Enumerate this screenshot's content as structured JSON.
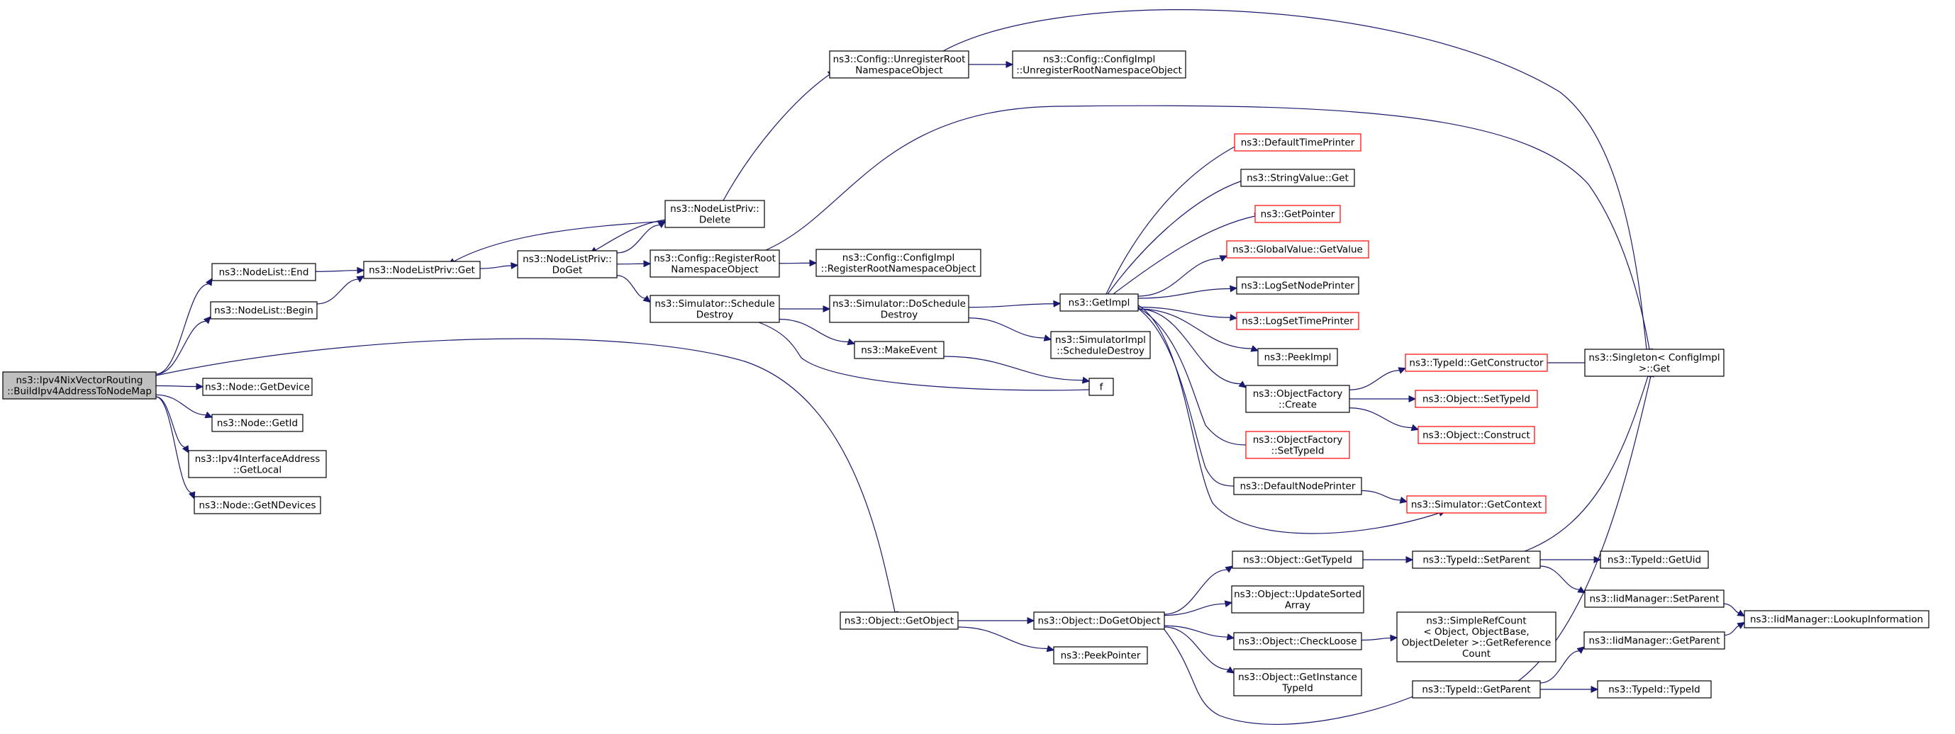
{
  "colors": {
    "edge": "#191970",
    "border_normal": "#000000",
    "border_truncated": "#ff0000",
    "root_fill": "#bfbfbf",
    "node_fill": "#ffffff"
  },
  "nodes": [
    {
      "id": "root",
      "lines": [
        "ns3::Ipv4NixVectorRouting",
        "::BuildIpv4AddressToNodeMap"
      ],
      "kind": "root"
    },
    {
      "id": "nl_end",
      "lines": [
        "ns3::NodeList::End"
      ],
      "kind": "normal"
    },
    {
      "id": "nl_begin",
      "lines": [
        "ns3::NodeList::Begin"
      ],
      "kind": "normal"
    },
    {
      "id": "nlp_get",
      "lines": [
        "ns3::NodeListPriv::Get"
      ],
      "kind": "normal"
    },
    {
      "id": "nlp_doget",
      "lines": [
        "ns3::NodeListPriv::",
        "DoGet"
      ],
      "kind": "normal"
    },
    {
      "id": "nlp_delete",
      "lines": [
        "ns3::NodeListPriv::",
        "Delete"
      ],
      "kind": "normal"
    },
    {
      "id": "cfg_unreg",
      "lines": [
        "ns3::Config::UnregisterRoot",
        "NamespaceObject"
      ],
      "kind": "normal"
    },
    {
      "id": "cfgimpl_unreg",
      "lines": [
        "ns3::Config::ConfigImpl",
        "::UnregisterRootNamespaceObject"
      ],
      "kind": "normal"
    },
    {
      "id": "cfg_reg",
      "lines": [
        "ns3::Config::RegisterRoot",
        "NamespaceObject"
      ],
      "kind": "normal"
    },
    {
      "id": "cfgimpl_reg",
      "lines": [
        "ns3::Config::ConfigImpl",
        "::RegisterRootNamespaceObject"
      ],
      "kind": "normal"
    },
    {
      "id": "sim_sched",
      "lines": [
        "ns3::Simulator::Schedule",
        "Destroy"
      ],
      "kind": "normal"
    },
    {
      "id": "sim_dosched",
      "lines": [
        "ns3::Simulator::DoSchedule",
        "Destroy"
      ],
      "kind": "normal"
    },
    {
      "id": "makeevent",
      "lines": [
        "ns3::MakeEvent"
      ],
      "kind": "normal"
    },
    {
      "id": "getimpl",
      "lines": [
        "ns3::GetImpl"
      ],
      "kind": "normal"
    },
    {
      "id": "simimpl_sched",
      "lines": [
        "ns3::SimulatorImpl",
        "::ScheduleDestroy"
      ],
      "kind": "normal"
    },
    {
      "id": "f",
      "lines": [
        "f"
      ],
      "kind": "normal"
    },
    {
      "id": "deftimeprinter",
      "lines": [
        "ns3::DefaultTimePrinter"
      ],
      "kind": "truncated"
    },
    {
      "id": "strval_get",
      "lines": [
        "ns3::StringValue::Get"
      ],
      "kind": "normal"
    },
    {
      "id": "getpointer",
      "lines": [
        "ns3::GetPointer"
      ],
      "kind": "truncated"
    },
    {
      "id": "gv_getvalue",
      "lines": [
        "ns3::GlobalValue::GetValue"
      ],
      "kind": "truncated"
    },
    {
      "id": "logsetnode",
      "lines": [
        "ns3::LogSetNodePrinter"
      ],
      "kind": "normal"
    },
    {
      "id": "logsettime",
      "lines": [
        "ns3::LogSetTimePrinter"
      ],
      "kind": "truncated"
    },
    {
      "id": "peekimpl",
      "lines": [
        "ns3::PeekImpl"
      ],
      "kind": "normal"
    },
    {
      "id": "objfac_create",
      "lines": [
        "ns3::ObjectFactory",
        "::Create"
      ],
      "kind": "normal"
    },
    {
      "id": "objfac_settypeid",
      "lines": [
        "ns3::ObjectFactory",
        "::SetTypeId"
      ],
      "kind": "truncated"
    },
    {
      "id": "defnodeprinter",
      "lines": [
        "ns3::DefaultNodePrinter"
      ],
      "kind": "normal"
    },
    {
      "id": "typeid_getctor",
      "lines": [
        "ns3::TypeId::GetConstructor"
      ],
      "kind": "truncated"
    },
    {
      "id": "obj_settypeid",
      "lines": [
        "ns3::Object::SetTypeId"
      ],
      "kind": "truncated"
    },
    {
      "id": "obj_construct",
      "lines": [
        "ns3::Object::Construct"
      ],
      "kind": "truncated"
    },
    {
      "id": "sim_getcontext",
      "lines": [
        "ns3::Simulator::GetContext"
      ],
      "kind": "truncated"
    },
    {
      "id": "singleton_get",
      "lines": [
        "ns3::Singleton< ConfigImpl",
        " >::Get"
      ],
      "kind": "normal"
    },
    {
      "id": "node_getdevice",
      "lines": [
        "ns3::Node::GetDevice"
      ],
      "kind": "normal"
    },
    {
      "id": "node_getid",
      "lines": [
        "ns3::Node::GetId"
      ],
      "kind": "normal"
    },
    {
      "id": "ipv4if_getlocal",
      "lines": [
        "ns3::Ipv4InterfaceAddress",
        "::GetLocal"
      ],
      "kind": "normal"
    },
    {
      "id": "node_getndevices",
      "lines": [
        "ns3::Node::GetNDevices"
      ],
      "kind": "normal"
    },
    {
      "id": "obj_getobject",
      "lines": [
        "ns3::Object::GetObject"
      ],
      "kind": "normal"
    },
    {
      "id": "obj_dogetobject",
      "lines": [
        "ns3::Object::DoGetObject"
      ],
      "kind": "normal"
    },
    {
      "id": "peekpointer",
      "lines": [
        "ns3::PeekPointer"
      ],
      "kind": "normal"
    },
    {
      "id": "obj_gettypeid",
      "lines": [
        "ns3::Object::GetTypeId"
      ],
      "kind": "normal"
    },
    {
      "id": "obj_updatesorted",
      "lines": [
        "ns3::Object::UpdateSorted",
        "Array"
      ],
      "kind": "normal"
    },
    {
      "id": "obj_checkloose",
      "lines": [
        "ns3::Object::CheckLoose"
      ],
      "kind": "normal"
    },
    {
      "id": "obj_getinstance",
      "lines": [
        "ns3::Object::GetInstance",
        "TypeId"
      ],
      "kind": "normal"
    },
    {
      "id": "typeid_setparent",
      "lines": [
        "ns3::TypeId::SetParent"
      ],
      "kind": "normal"
    },
    {
      "id": "typeid_getparent",
      "lines": [
        "ns3::TypeId::GetParent"
      ],
      "kind": "normal"
    },
    {
      "id": "simplerefcount",
      "lines": [
        "ns3::SimpleRefCount",
        "< Object, ObjectBase,",
        " ObjectDeleter >::GetReference",
        "Count"
      ],
      "kind": "normal"
    },
    {
      "id": "typeid_getuid",
      "lines": [
        "ns3::TypeId::GetUid"
      ],
      "kind": "normal"
    },
    {
      "id": "iidmgr_setparent",
      "lines": [
        "ns3::IidManager::SetParent"
      ],
      "kind": "normal"
    },
    {
      "id": "iidmgr_getparent",
      "lines": [
        "ns3::IidManager::GetParent"
      ],
      "kind": "normal"
    },
    {
      "id": "typeid_typeid",
      "lines": [
        "ns3::TypeId::TypeId"
      ],
      "kind": "normal"
    },
    {
      "id": "iidmgr_lookup",
      "lines": [
        "ns3::IidManager::LookupInformation"
      ],
      "kind": "normal"
    }
  ],
  "edges": [
    [
      "root",
      "nl_end"
    ],
    [
      "root",
      "nl_begin"
    ],
    [
      "root",
      "obj_getobject"
    ],
    [
      "root",
      "node_getdevice"
    ],
    [
      "root",
      "node_getid"
    ],
    [
      "root",
      "ipv4if_getlocal"
    ],
    [
      "root",
      "node_getndevices"
    ],
    [
      "nl_end",
      "nlp_get"
    ],
    [
      "nl_begin",
      "nlp_get"
    ],
    [
      "nlp_get",
      "nlp_doget"
    ],
    [
      "nlp_doget",
      "nlp_delete"
    ],
    [
      "nlp_doget",
      "cfg_reg"
    ],
    [
      "nlp_doget",
      "sim_sched"
    ],
    [
      "nlp_delete",
      "nlp_get"
    ],
    [
      "nlp_delete",
      "nlp_doget"
    ],
    [
      "nlp_delete",
      "cfg_unreg"
    ],
    [
      "cfg_unreg",
      "cfgimpl_unreg"
    ],
    [
      "cfg_unreg",
      "singleton_get"
    ],
    [
      "cfg_reg",
      "cfgimpl_reg"
    ],
    [
      "cfg_reg",
      "singleton_get"
    ],
    [
      "sim_sched",
      "sim_dosched"
    ],
    [
      "sim_sched",
      "makeevent"
    ],
    [
      "sim_sched",
      "f"
    ],
    [
      "sim_dosched",
      "getimpl"
    ],
    [
      "sim_dosched",
      "simimpl_sched"
    ],
    [
      "makeevent",
      "f"
    ],
    [
      "getimpl",
      "deftimeprinter"
    ],
    [
      "getimpl",
      "strval_get"
    ],
    [
      "getimpl",
      "getpointer"
    ],
    [
      "getimpl",
      "gv_getvalue"
    ],
    [
      "getimpl",
      "logsetnode"
    ],
    [
      "getimpl",
      "logsettime"
    ],
    [
      "getimpl",
      "peekimpl"
    ],
    [
      "getimpl",
      "objfac_create"
    ],
    [
      "getimpl",
      "objfac_settypeid"
    ],
    [
      "getimpl",
      "defnodeprinter"
    ],
    [
      "getimpl",
      "sim_getcontext"
    ],
    [
      "objfac_create",
      "typeid_getctor"
    ],
    [
      "objfac_create",
      "obj_settypeid"
    ],
    [
      "objfac_create",
      "obj_construct"
    ],
    [
      "defnodeprinter",
      "sim_getcontext"
    ],
    [
      "typeid_getctor",
      "singleton_get"
    ],
    [
      "obj_getobject",
      "obj_dogetobject"
    ],
    [
      "obj_getobject",
      "peekpointer"
    ],
    [
      "obj_dogetobject",
      "obj_gettypeid"
    ],
    [
      "obj_dogetobject",
      "obj_updatesorted"
    ],
    [
      "obj_dogetobject",
      "obj_checkloose"
    ],
    [
      "obj_dogetobject",
      "obj_getinstance"
    ],
    [
      "obj_dogetobject",
      "typeid_getparent"
    ],
    [
      "obj_gettypeid",
      "typeid_setparent"
    ],
    [
      "obj_checkloose",
      "simplerefcount"
    ],
    [
      "typeid_setparent",
      "typeid_getuid"
    ],
    [
      "typeid_setparent",
      "iidmgr_setparent"
    ],
    [
      "typeid_setparent",
      "singleton_get"
    ],
    [
      "typeid_getparent",
      "iidmgr_getparent"
    ],
    [
      "typeid_getparent",
      "typeid_typeid"
    ],
    [
      "typeid_getparent",
      "singleton_get"
    ],
    [
      "iidmgr_setparent",
      "iidmgr_lookup"
    ],
    [
      "iidmgr_getparent",
      "iidmgr_lookup"
    ]
  ]
}
